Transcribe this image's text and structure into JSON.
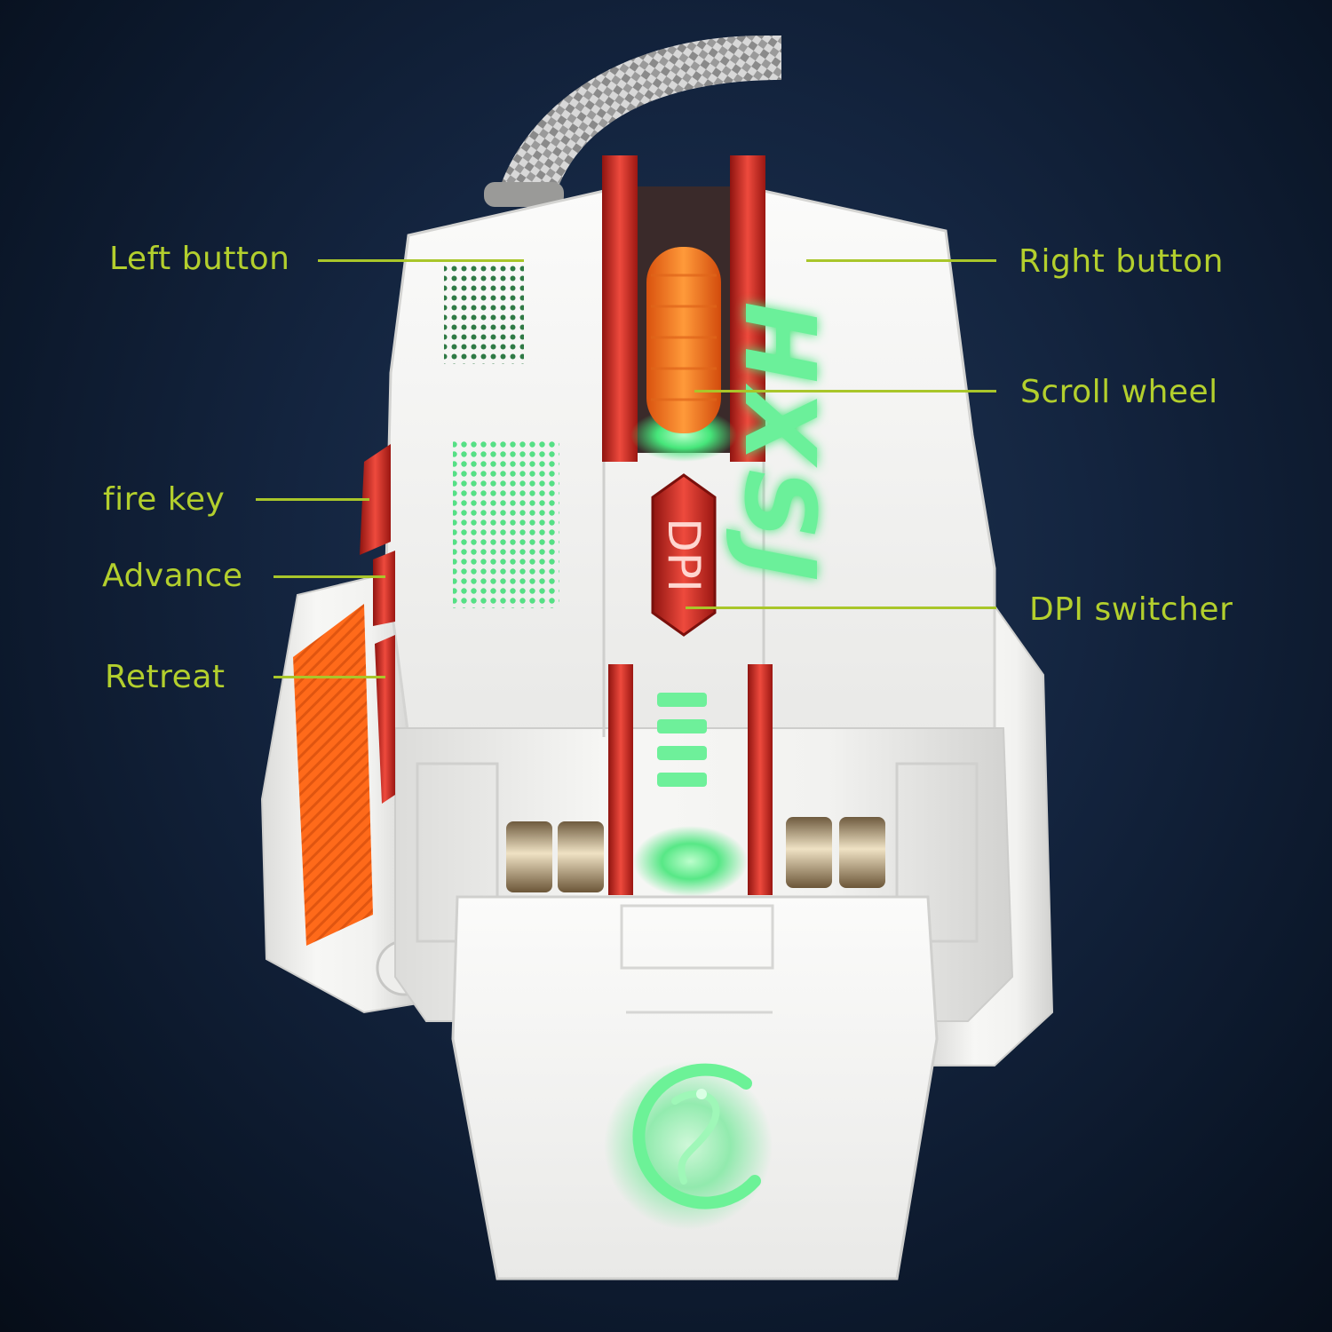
{
  "colors": {
    "label_text": "#b3cf2d",
    "leader_line": "#a9c62a",
    "mouse_body": "#f4f4f2",
    "red_chrome": "#d8322b",
    "orange_accent": "#ff6a1a",
    "glow_green": "#46e67a"
  },
  "logo_text": "HXSJ",
  "dpi_button_text": "DPI",
  "callouts": {
    "left_button": "Left button",
    "right_button": "Right button",
    "scroll_wheel": "Scroll wheel",
    "fire_key": "fire key",
    "advance": "Advance",
    "dpi_switcher": "DPI switcher",
    "retreat": "Retreat"
  }
}
